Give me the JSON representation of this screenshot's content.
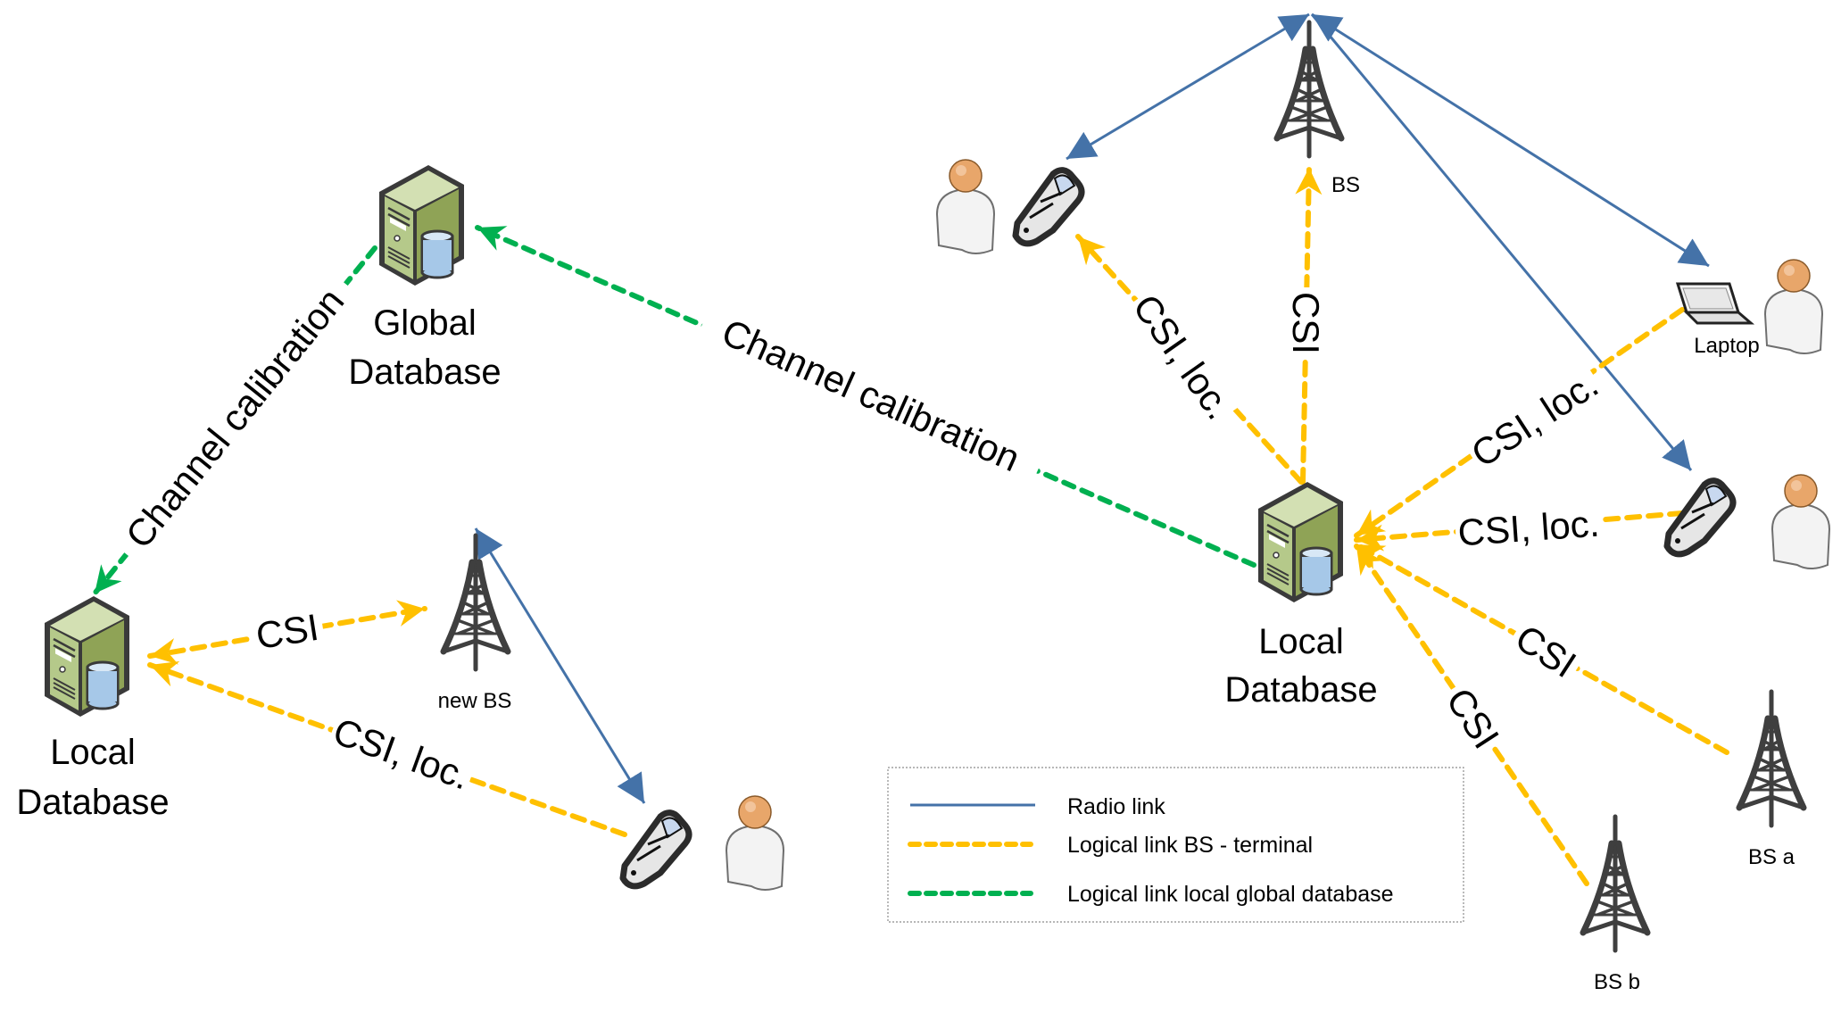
{
  "colors": {
    "radio_link": "#4472a8",
    "logical_bs_terminal": "#ffc000",
    "logical_local_global": "#00b050",
    "tower": "#3f3f3f",
    "server_front": "#b5c98a",
    "server_side": "#8fa356",
    "person_head": "#e8a66a"
  },
  "nodes": {
    "global_db": {
      "line1": "Global",
      "line2": "Database"
    },
    "local_db_left": {
      "line1": "Local",
      "line2": "Database"
    },
    "local_db_right": {
      "line1": "Local",
      "line2": "Database"
    },
    "bs_top": {
      "label": "BS"
    },
    "bs_new": {
      "label": "new BS"
    },
    "bs_a": {
      "label": "BS a"
    },
    "bs_b": {
      "label": "BS b"
    },
    "laptop": {
      "label": "Laptop"
    }
  },
  "edge_labels": {
    "cal_left": "Channel calibration",
    "cal_center": "Channel calibration",
    "csi_left_bs": "CSI",
    "csiloc_left_phone": "CSI, loc.",
    "csiloc_top_phone": "CSI, loc.",
    "csi_top_bs": "CSI",
    "csiloc_laptop": "CSI, loc.",
    "csiloc_right_phone": "CSI, loc.",
    "csi_bs_a": "CSI",
    "csi_bs_b": "CSI"
  },
  "legend": {
    "items": [
      {
        "label": "Radio link",
        "style": "solid",
        "color_key": "radio_link"
      },
      {
        "label": "Logical link BS - terminal",
        "style": "dashed",
        "color_key": "logical_bs_terminal"
      },
      {
        "label": "Logical link local  global database",
        "style": "dashed",
        "color_key": "logical_local_global"
      }
    ]
  }
}
